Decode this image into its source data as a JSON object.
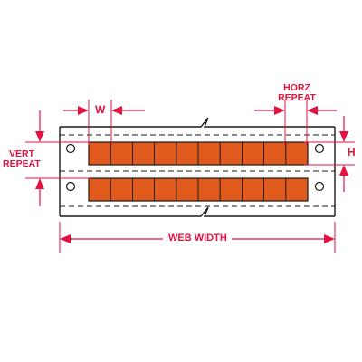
{
  "diagram": {
    "labels": {
      "w": "W",
      "h": "H",
      "horz_repeat": [
        "HORZ",
        "REPEAT"
      ],
      "vert_repeat": [
        "VERT",
        "REPEAT"
      ],
      "web_width": "WEB WIDTH"
    },
    "label_rows": 2,
    "labels_per_row": 10,
    "colors": {
      "dimension": "#e4123f",
      "label_fill": "#e05a1e",
      "outline": "#1a1a1a",
      "web": "#ffffff"
    }
  }
}
